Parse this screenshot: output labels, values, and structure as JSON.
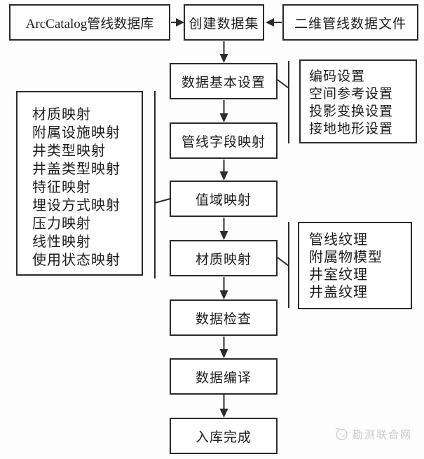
{
  "flowchart": {
    "sources": {
      "arccatalog_db": "ArcCatalog管线数据库",
      "create_dataset": "创建数据集",
      "pipeline_2d_file": "二维管线数据文件"
    },
    "main_flow": {
      "basic_settings": "数据基本设置",
      "field_mapping": "管线字段映射",
      "value_domain_mapping": "值域映射",
      "material_mapping": "材质映射",
      "data_check": "数据检查",
      "data_compile": "数据编译",
      "storage_complete": "入库完成"
    },
    "value_mapping_panel": [
      "材质映射",
      "附属设施映射",
      "井类型映射",
      "井盖类型映射",
      "特征映射",
      "埋设方式映射",
      "压力映射",
      "线性映射",
      "使用状态映射"
    ],
    "basic_settings_panel": [
      "编码设置",
      "空间参考设置",
      "投影变换设置",
      "接地地形设置"
    ],
    "material_panel": [
      "管线纹理",
      "附属物模型",
      "井室纹理",
      "井盖纹理"
    ],
    "watermark": "勘测联合网",
    "colors": {
      "line": "#2b2b2b",
      "text": "#1c1c1c",
      "background": "#fdfdfd",
      "watermark": "#c9c9c9"
    }
  }
}
